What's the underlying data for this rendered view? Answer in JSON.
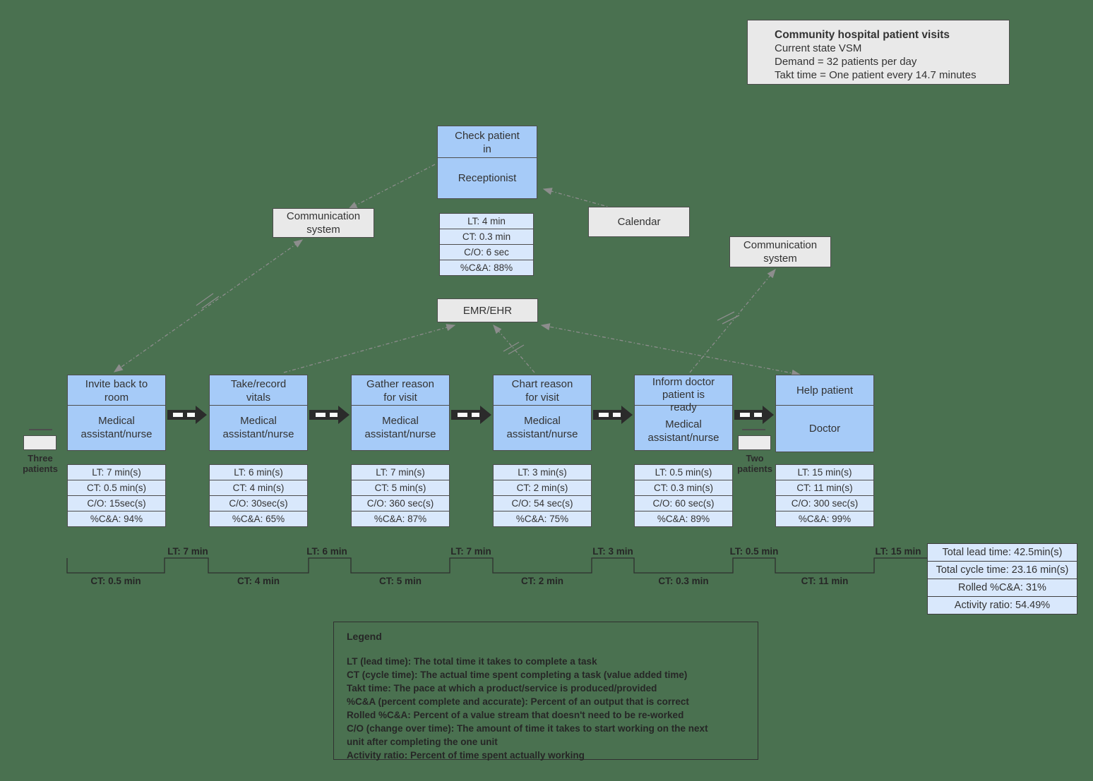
{
  "colors": {
    "bg_green": "#4a7150",
    "process_blue": "#a6cbf8",
    "metric_blue": "#d9e8fc",
    "entity_gray": "#e9e9e9",
    "border_dark": "#4d4d4d",
    "text_dark": "#333333",
    "push_arrow_black": "#2b2b2b",
    "connector_gray": "#8d8d8d"
  },
  "info_box": {
    "title": "Community hospital patient visits",
    "line1": "Current state VSM",
    "line2": "Demand = 32 patients per day",
    "line3": "Takt time = One patient every 14.7 minutes"
  },
  "reception": {
    "title": "Check patient\nin",
    "role": "Receptionist",
    "metrics": [
      "LT: 4 min",
      "CT: 0.3 min",
      "C/O: 6 sec",
      "%C&A: 88%"
    ]
  },
  "entities": {
    "comm_left": "Communication\nsystem",
    "calendar": "Calendar",
    "comm_right": "Communication\nsystem",
    "emr": "EMR/EHR"
  },
  "inventory": {
    "left": "Three\npatients",
    "right": "Two\npatients"
  },
  "processes": [
    {
      "title": "Invite back to\nroom",
      "role": "Medical\nassistant/nurse",
      "metrics": [
        "LT: 7 min(s)",
        "CT: 0.5 min(s)",
        "C/O: 15sec(s)",
        "%C&A: 94%"
      ]
    },
    {
      "title": "Take/record\nvitals",
      "role": "Medical\nassistant/nurse",
      "metrics": [
        "LT: 6 min(s)",
        "CT: 4 min(s)",
        "C/O: 30sec(s)",
        "%C&A: 65%"
      ]
    },
    {
      "title": "Gather reason\nfor visit",
      "role": "Medical\nassistant/nurse",
      "metrics": [
        "LT: 7 min(s)",
        "CT: 5 min(s)",
        "C/O: 360 sec(s)",
        "%C&A: 87%"
      ]
    },
    {
      "title": "Chart reason\nfor visit",
      "role": "Medical\nassistant/nurse",
      "metrics": [
        "LT: 3 min(s)",
        "CT: 2 min(s)",
        "C/O: 54 sec(s)",
        "%C&A: 75%"
      ]
    },
    {
      "title": "Inform doctor\npatient is\nready",
      "role": "Medical\nassistant/nurse",
      "metrics": [
        "LT: 0.5 min(s)",
        "CT: 0.3 min(s)",
        "C/O: 60 sec(s)",
        "%C&A: 89%"
      ]
    },
    {
      "title": "Help patient",
      "role": "Doctor",
      "metrics": [
        "LT: 15 min(s)",
        "CT: 11 min(s)",
        "C/O: 300 sec(s)",
        "%C&A: 99%"
      ]
    }
  ],
  "timeline": {
    "lt": [
      "LT: 7 min",
      "LT: 6 min",
      "LT: 7 min",
      "LT: 3 min",
      "LT: 0.5 min",
      "LT: 15 min"
    ],
    "ct": [
      "CT: 0.5 min",
      "CT: 4 min",
      "CT: 5 min",
      "CT: 2 min",
      "CT: 0.3 min",
      "CT: 11 min"
    ]
  },
  "totals": [
    "Total lead time: 42.5min(s)",
    "Total cycle time: 23.16 min(s)",
    "Rolled %C&A: 31%",
    "Activity ratio: 54.49%"
  ],
  "legend": {
    "title": "Legend",
    "lines": [
      "LT (lead time): The total time it takes to complete a task",
      "CT (cycle time): The actual time spent completing a task (value added time)",
      "Takt time: The pace at which a product/service is produced/provided",
      "%C&A (percent complete and accurate): Percent of an output that is correct",
      "Rolled %C&A: Percent of a value stream that doesn't need to be re-worked",
      "C/O (change over time): The amount of time it takes to start working on the next\nunit after completing the one unit",
      "Activity ratio: Percent of time spent actually working"
    ]
  }
}
